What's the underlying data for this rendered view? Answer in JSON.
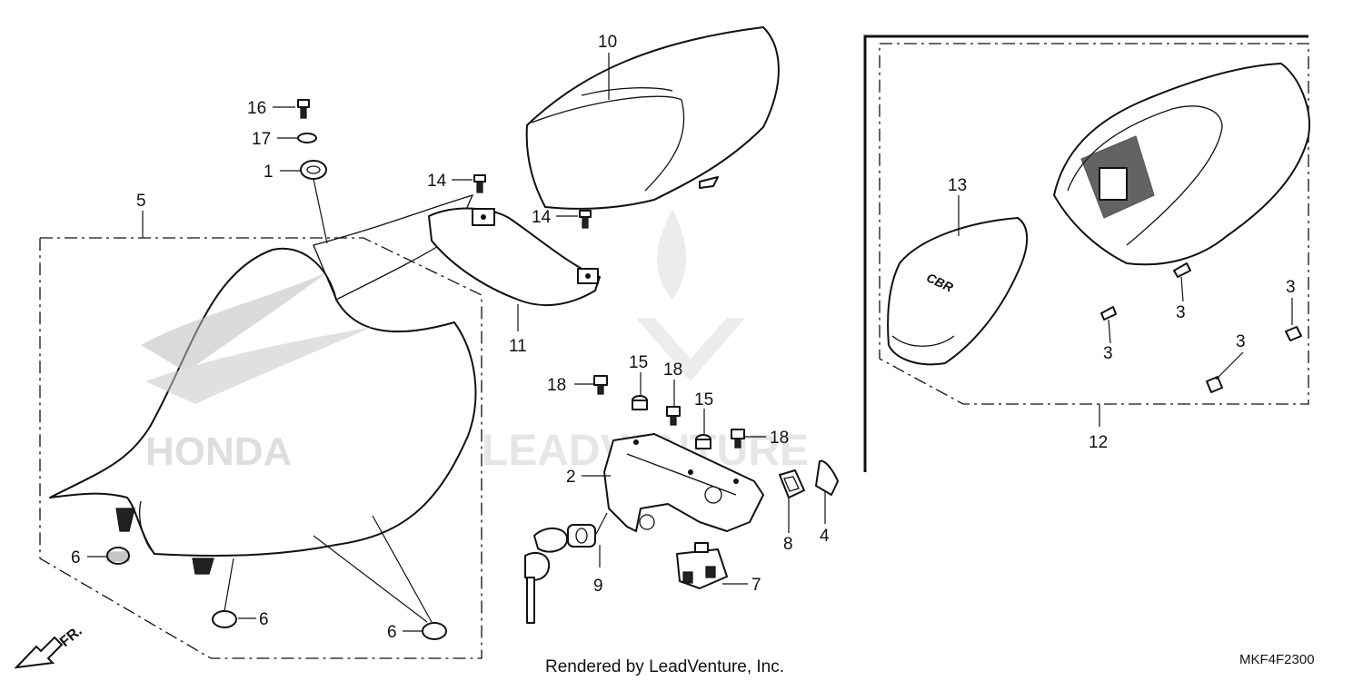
{
  "diagram": {
    "parts": [
      {
        "number": "1"
      },
      {
        "number": "2"
      },
      {
        "number": "3"
      },
      {
        "number": "4"
      },
      {
        "number": "5"
      },
      {
        "number": "6"
      },
      {
        "number": "7"
      },
      {
        "number": "8"
      },
      {
        "number": "9"
      },
      {
        "number": "10"
      },
      {
        "number": "11"
      },
      {
        "number": "12"
      },
      {
        "number": "13"
      },
      {
        "number": "14"
      },
      {
        "number": "15"
      },
      {
        "number": "16"
      },
      {
        "number": "17"
      },
      {
        "number": "18"
      }
    ],
    "labels": {
      "p1": "1",
      "p2": "2",
      "p3a": "3",
      "p3b": "3",
      "p3c": "3",
      "p3d": "3",
      "p4": "4",
      "p5": "5",
      "p6a": "6",
      "p6b": "6",
      "p6c": "6",
      "p7": "7",
      "p8": "8",
      "p9": "9",
      "p10": "10",
      "p11": "11",
      "p12": "12",
      "p13": "13",
      "p14a": "14",
      "p14b": "14",
      "p15a": "15",
      "p15b": "15",
      "p16": "16",
      "p17": "17",
      "p18a": "18",
      "p18b": "18",
      "p18c": "18"
    },
    "front_indicator": "FR.",
    "seat_print": "HONDA",
    "cowl_emblem": "CBR",
    "watermark": "LEADVENTURE",
    "footer_credit": "Rendered by LeadVenture, Inc.",
    "diagram_code": "MKF4F2300"
  }
}
